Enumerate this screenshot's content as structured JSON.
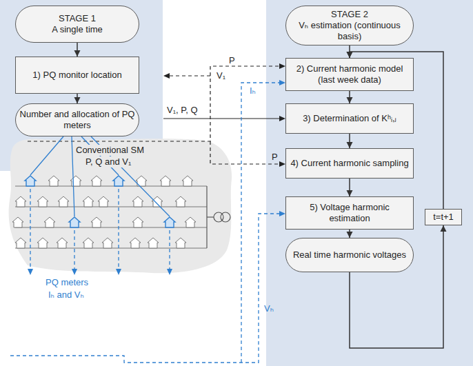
{
  "diagram": {
    "nodes": [
      {
        "text": [
          "STAGE 1",
          "A single time"
        ]
      },
      {
        "text": [
          "1) PQ monitor location"
        ]
      },
      {
        "text": [
          "Number and allocation of PQ meters"
        ]
      },
      {
        "text": [
          "STAGE 2",
          "Vₕ estimation (continuous basis)"
        ]
      },
      {
        "text": [
          "2) Current harmonic model (last week data)"
        ]
      },
      {
        "text": [
          "3) Determination of Kʰᵢ,ⱼ"
        ]
      },
      {
        "text": [
          "4) Current harmonic sampling"
        ]
      },
      {
        "text": [
          "5) Voltage harmonic estimation"
        ]
      },
      {
        "text": [
          "Real time harmonic voltages"
        ]
      },
      {
        "text": [
          "t=t+1"
        ]
      }
    ],
    "edges": [
      {
        "from": 0,
        "to": 1,
        "arrow": "to"
      },
      {
        "from": 1,
        "to": 2,
        "arrow": "to"
      },
      {
        "from": 3,
        "to": 4,
        "arrow": "to"
      },
      {
        "from": 4,
        "to": 5,
        "arrow": "to"
      },
      {
        "from": 5,
        "to": 6,
        "arrow": "to"
      },
      {
        "from": 6,
        "to": 7,
        "arrow": "to"
      },
      {
        "from": 7,
        "to": 8,
        "arrow": "to"
      },
      {
        "from": 8,
        "to": 9,
        "arrow": "to"
      },
      {
        "from": 9,
        "to": 4,
        "arrow": "to"
      }
    ],
    "labels": [
      "P",
      "V₁",
      "Iₕ",
      "V₁, P, Q",
      "P",
      "Conventional SM",
      "P, Q and V₁",
      "PQ meters",
      "Iₕ and Vₕ",
      "Vₕ"
    ]
  }
}
